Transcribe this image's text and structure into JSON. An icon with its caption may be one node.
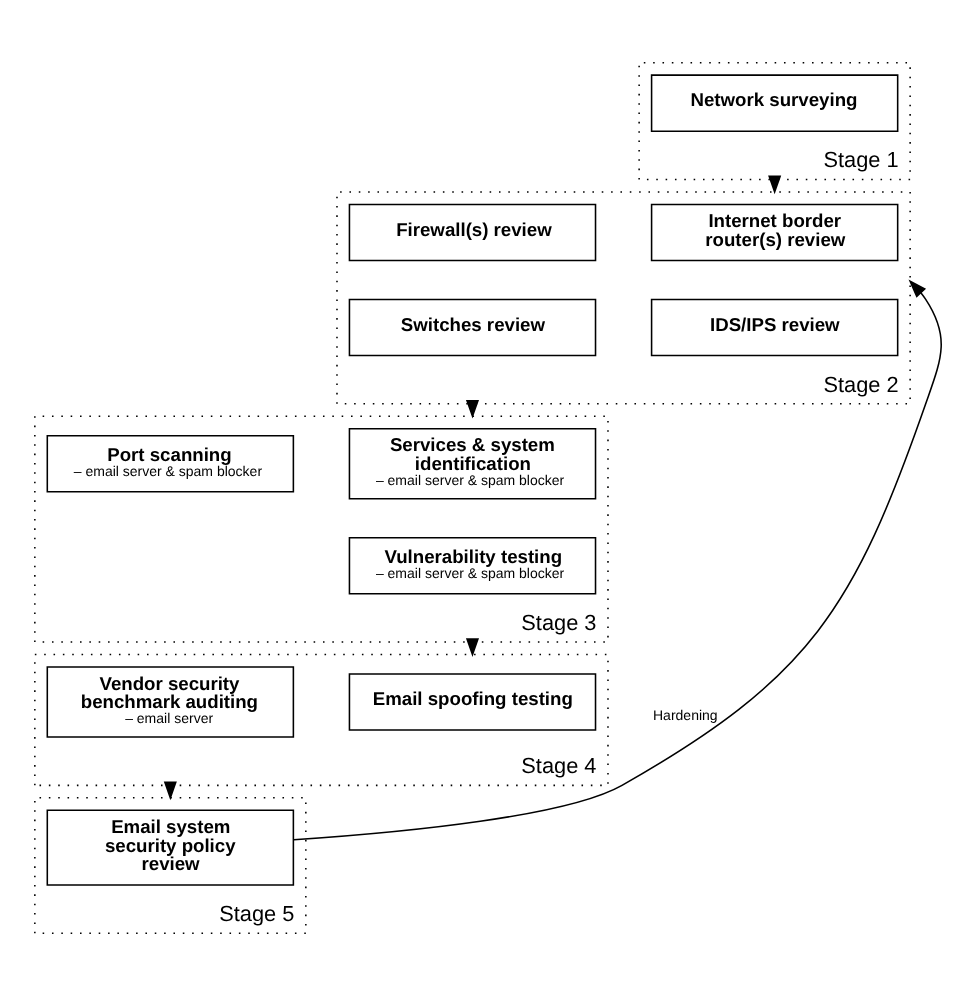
{
  "diagram": {
    "nodes": [
      {
        "text": [
          "Stage 1"
        ]
      },
      {
        "text": [
          "Network surveying"
        ],
        "in": 0
      },
      {
        "text": [
          "Stage 2"
        ]
      },
      {
        "text": [
          "Internet border router(s) review"
        ],
        "in": 2
      },
      {
        "text": [
          "Firewall(s) review"
        ],
        "in": 2
      },
      {
        "text": [
          "IDS/IPS review"
        ],
        "in": 2
      },
      {
        "text": [
          "Switches review"
        ],
        "in": 2
      },
      {
        "text": [
          "Stage 3"
        ]
      },
      {
        "text": [
          "Services & system identification",
          "– email server & spam blocker"
        ],
        "in": 7
      },
      {
        "text": [
          "Port scanning",
          "– email server & spam blocker"
        ],
        "in": 7
      },
      {
        "text": [
          "Vulnerability testing",
          "– email server & spam blocker"
        ],
        "in": 7
      },
      {
        "text": [
          "Stage 4"
        ]
      },
      {
        "text": [
          "Email spoofing testing"
        ],
        "in": 11
      },
      {
        "text": [
          "Vendor security benchmark auditing",
          "– email server"
        ],
        "in": 11
      },
      {
        "text": [
          "Stage 5"
        ]
      },
      {
        "text": [
          "Email system security policy review"
        ],
        "in": 14
      }
    ],
    "edges": [
      {
        "from": 0,
        "to": 2,
        "arrow": "to"
      },
      {
        "from": 2,
        "to": 7,
        "arrow": "to"
      },
      {
        "from": 7,
        "to": 11,
        "arrow": "to"
      },
      {
        "from": 11,
        "to": 14,
        "arrow": "to"
      },
      {
        "from": 15,
        "to": 2,
        "arrow": "to",
        "label": "Hardening"
      }
    ]
  }
}
